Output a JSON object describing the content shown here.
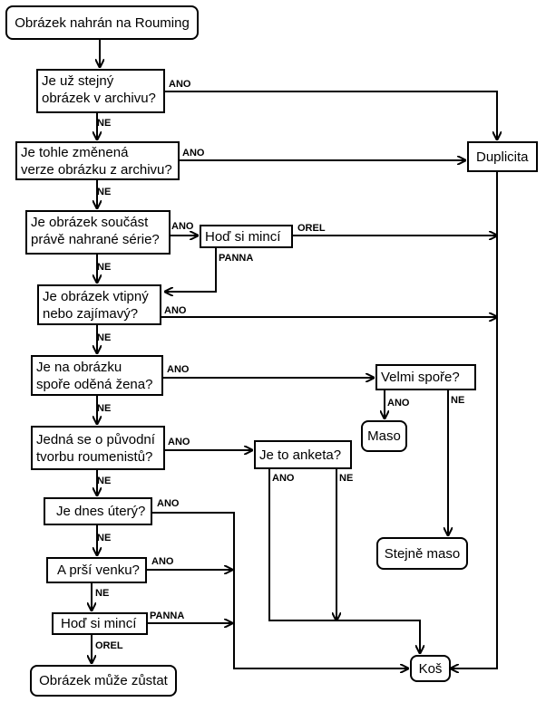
{
  "nodes": {
    "start": "Obrázek nahrán na Rouming",
    "q1": "Je už stejný obrázek v archivu?",
    "q2": "Je tohle změnená verze obrázku z archivu?",
    "q3": "Je obrázek součást právě nahrané série?",
    "coin1": "Hoď si mincí",
    "q4": "Je obrázek vtipný nebo zajímavý?",
    "q5": "Je na obrázku spoře oděná žena?",
    "sparse": "Velmi spoře?",
    "maso": "Maso",
    "same_maso": "Stejně maso",
    "q6": "Jedná se o původní tvorbu roumenistů?",
    "poll": "Je to anketa?",
    "q7": "Je dnes úterý?",
    "q8": "A prší venku?",
    "coin2": "Hoď si mincí",
    "stay": "Obrázek může zůstat",
    "duplicate": "Duplicita",
    "trash": "Koš"
  },
  "node_lines": {
    "q1": [
      "Je už stejný",
      "obrázek v archivu?"
    ],
    "q2": [
      "Je tohle změnená",
      "verze obrázku z archivu?"
    ],
    "q3": [
      "Je obrázek součást",
      "právě nahrané série?"
    ],
    "q4": [
      "Je obrázek vtipný",
      "nebo zajímavý?"
    ],
    "q5": [
      "Je na obrázku",
      "spoře oděná žena?"
    ],
    "q6": [
      "Jedná se o původní",
      "tvorbu roumenistů?"
    ]
  },
  "edge_labels": {
    "q1_yes": "ANO",
    "q1_no": "NE",
    "q2_yes": "ANO",
    "q2_no": "NE",
    "q3_yes": "ANO",
    "q3_no": "NE",
    "coin1_heads": "OREL",
    "coin1_tails": "PANNA",
    "q4_yes": "ANO",
    "q4_no": "NE",
    "q5_yes": "ANO",
    "q5_no": "NE",
    "sparse_yes": "ANO",
    "sparse_no": "NE",
    "q6_yes": "ANO",
    "q6_no": "NE",
    "poll_yes": "ANO",
    "poll_no": "NE",
    "q7_yes": "ANO",
    "q7_no": "NE",
    "q8_yes": "ANO",
    "q8_no": "NE",
    "coin2_tails": "PANNA",
    "coin2_heads": "OREL"
  }
}
